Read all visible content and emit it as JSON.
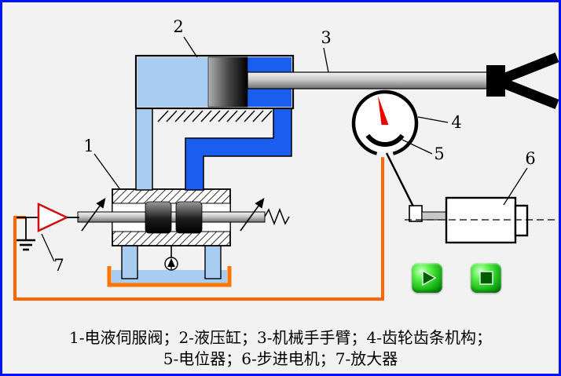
{
  "diagram": {
    "labels": {
      "servo_valve": "1",
      "hydraulic_cylinder": "2",
      "manipulator_arm": "3",
      "gear_rack": "4",
      "potentiometer": "5",
      "stepper_motor": "6",
      "amplifier": "7"
    },
    "legend": {
      "line1": "1-电液伺服阀；2-液压缸；3-机械手手臂；4-齿轮齿条机构；",
      "line2": "5-电位器；6-步进电机；7-放大器"
    }
  },
  "controls": {
    "play": "play-icon",
    "stop": "stop-icon"
  },
  "colors": {
    "frame_border": "#0013ff",
    "background": "#f2f2f2",
    "fluid_light": "#a8cdf0",
    "fluid_dark": "#1a5ef0",
    "tank_outline": "#ff7700",
    "feedback_wire": "#ff6600",
    "needle_red": "#ee0000",
    "amplifier_stroke": "#cc1111",
    "button_green": "#22bb22"
  }
}
